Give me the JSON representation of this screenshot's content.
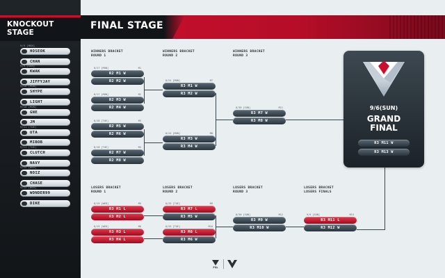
{
  "left_title": "KNOCKOUT\nSTAGE",
  "stage_title": "FINAL STAGE",
  "teams": [
    {
      "seed": "9/9 [MON]",
      "name": "HOSEOK"
    },
    {
      "seed": "",
      "name": "CHAN"
    },
    {
      "seed": "9/9 [SUN]",
      "name": "KWAK"
    },
    {
      "seed": "",
      "name": "JIFFYJAY"
    },
    {
      "seed": "9/10 [MON]",
      "name": "SHYPE"
    },
    {
      "seed": "",
      "name": "LIGHT"
    },
    {
      "seed": "9/10 [MON]",
      "name": "GNE"
    },
    {
      "seed": "",
      "name": "JM"
    },
    {
      "seed": "9/11 [TUE]",
      "name": "UTA"
    },
    {
      "seed": "",
      "name": "MIBOB"
    },
    {
      "seed": "9/11 [TUE]",
      "name": "CLUTCH"
    },
    {
      "seed": "",
      "name": "NAVY"
    },
    {
      "seed": "9/12 [WED]",
      "name": "NOIZ"
    },
    {
      "seed": "",
      "name": "CHASE"
    },
    {
      "seed": "9/12 [WED]",
      "name": "WONDER99"
    },
    {
      "seed": "",
      "name": "DIKE"
    }
  ],
  "brackets": {
    "wb_r1": "WINNERS BRACKET\nROUND 1",
    "wb_r2": "WINNERS BRACKET\nROUND 2",
    "wb_r3": "WINNERS BRACKET\nROUND 3",
    "lb_r1": "LOSERS BRACKET\nROUND 1",
    "lb_r2": "LOSERS BRACKET\nROUND 2",
    "lb_r3": "LOSERS BRACKET\nROUND 3",
    "lb_final": "LOSERS BRACKET\nLOSERS FINALS"
  },
  "matches": {
    "m1": {
      "date": "8/17 [MON]",
      "code": "M1",
      "a": "R2 M1 W",
      "b": "R2 M2 W",
      "a_red": false,
      "b_red": false
    },
    "m2": {
      "date": "8/17 [MON]",
      "code": "M2",
      "a": "R2 M3 W",
      "b": "R2 M4 W",
      "a_red": false,
      "b_red": false
    },
    "m3": {
      "date": "8/18 [TUE]",
      "code": "M3",
      "a": "R2 M5 W",
      "b": "R2 M6 W",
      "a_red": false,
      "b_red": false
    },
    "m4": {
      "date": "8/18 [TUE]",
      "code": "M4",
      "a": "R2 M7 W",
      "b": "R2 M8 W",
      "a_red": false,
      "b_red": false
    },
    "m7": {
      "date": "8/24 [MON]",
      "code": "M7",
      "a": "R3 M1 W",
      "b": "R3 M2 W",
      "a_red": false,
      "b_red": false
    },
    "m8": {
      "date": "8/24 [MON]",
      "code": "M8",
      "a": "R3 M3 W",
      "b": "R3 M4 W",
      "a_red": false,
      "b_red": false
    },
    "m11": {
      "date": "8/30 [SUN]",
      "code": "M11",
      "a": "R3 M7 W",
      "b": "R3 M8 W",
      "a_red": false,
      "b_red": false
    },
    "m5": {
      "date": "8/19 [WED]",
      "code": "M5",
      "a": "R3 M1 L",
      "b": "R3 M2 L",
      "a_red": true,
      "b_red": true
    },
    "m6": {
      "date": "8/19 [WED]",
      "code": "M6",
      "a": "R3 M3 L",
      "b": "R3 M4 L",
      "a_red": true,
      "b_red": true
    },
    "m9": {
      "date": "8/25 [TUE]",
      "code": "M9",
      "a": "R3 M7 L",
      "b": "R3 M5 W",
      "a_red": true,
      "b_red": false
    },
    "m10": {
      "date": "8/25 [TUE]",
      "code": "M10",
      "a": "R3 M8 L",
      "b": "R3 M6 W",
      "a_red": true,
      "b_red": false
    },
    "m12": {
      "date": "8/30 [SUN]",
      "code": "M12",
      "a": "R3 M9 W",
      "b": "R3 M10 W",
      "a_red": false,
      "b_red": false
    },
    "m13": {
      "date": "9/5 [SUN]",
      "code": "M13",
      "a": "R3 M11 L",
      "b": "R3 M12 W",
      "a_red": true,
      "b_red": false
    }
  },
  "grand_final": {
    "date": "9/6(SUN)",
    "title": "GRAND\nFINAL",
    "a": "R3 M11 W",
    "b": "R3 M13 W"
  },
  "colors": {
    "accent": "#c8102e",
    "dark": "#1b2228",
    "slot": "#3a4650",
    "loser": "#c8213a"
  },
  "logo_text": "FSL"
}
